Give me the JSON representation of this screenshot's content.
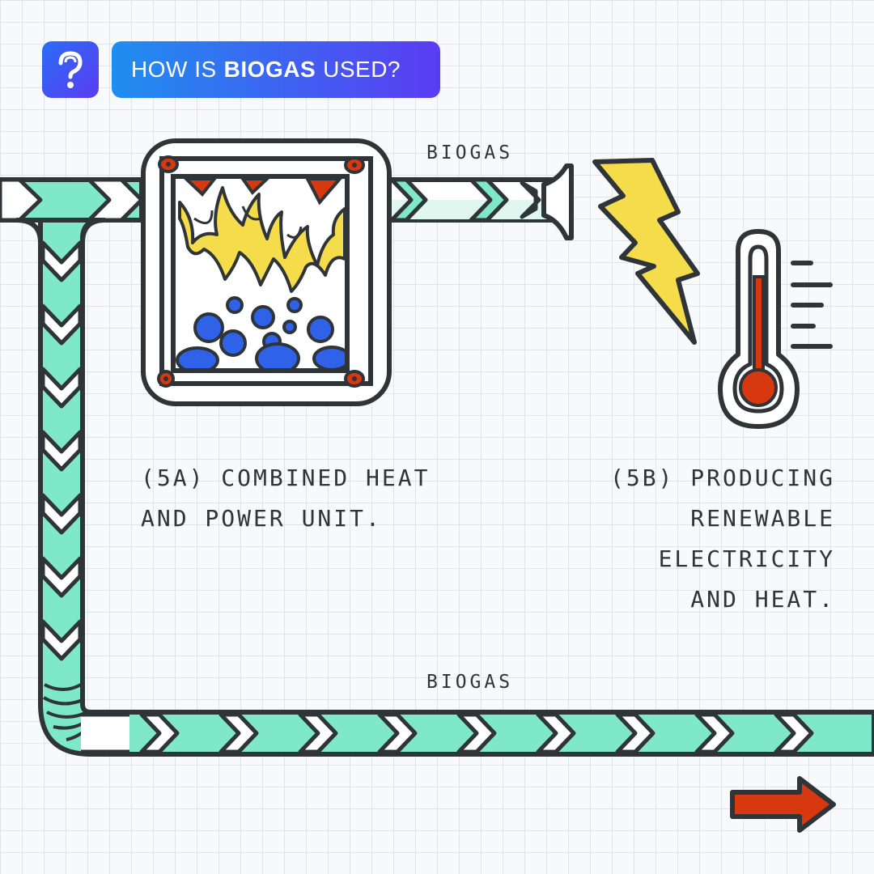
{
  "header": {
    "question_prefix": "HOW IS",
    "question_emphasis": "BIOGAS",
    "question_suffix": "USED?",
    "question_icon": "question-mark-bulb-icon"
  },
  "pipe_labels": {
    "top": "BIOGAS",
    "bottom": "BIOGAS"
  },
  "captions": {
    "step_5a": "(5A) COMBINED HEAT\nAND POWER UNIT.",
    "step_5b": "(5B) PRODUCING\nRENEWABLE\nELECTRICITY\nAND HEAT."
  },
  "icons": {
    "chp_unit": "combined-heat-power-unit-icon",
    "lightning": "lightning-bolt-icon",
    "thermometer": "thermometer-icon",
    "next": "next-arrow-icon"
  },
  "colors": {
    "pipe_fill": "#7ee8c9",
    "outline": "#2e3437",
    "flame": "#f5dc4a",
    "accent_red": "#d8380f",
    "bubbles": "#2f62e8",
    "header_gradient_start": "#1f8ef0",
    "header_gradient_end": "#5a3cf2"
  }
}
